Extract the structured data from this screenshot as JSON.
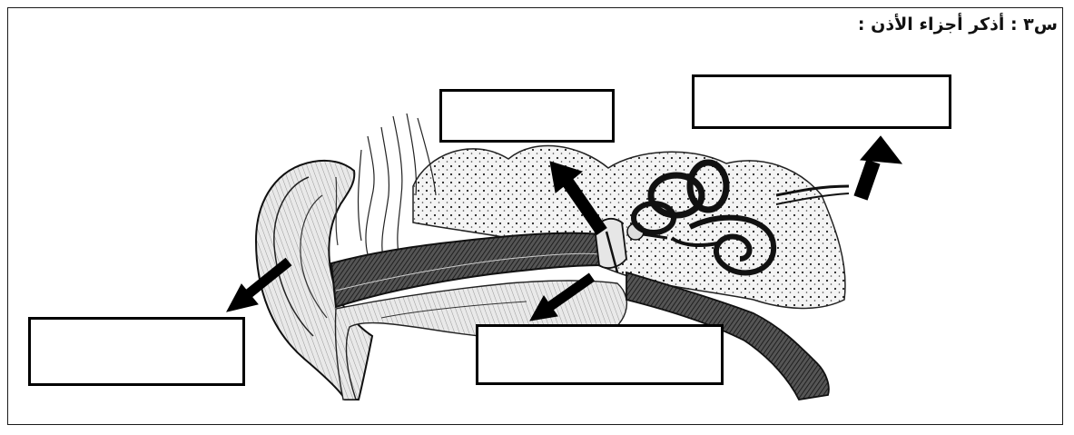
{
  "question": {
    "text": "س٣ : أذكر أجزاء الأذن :"
  },
  "diagram": {
    "icon": "ear-anatomy-illustration",
    "answer_boxes": [
      {
        "id": "box-tl",
        "value": ""
      },
      {
        "id": "box-tr",
        "value": ""
      },
      {
        "id": "box-bl",
        "value": ""
      },
      {
        "id": "box-bc",
        "value": ""
      }
    ]
  }
}
